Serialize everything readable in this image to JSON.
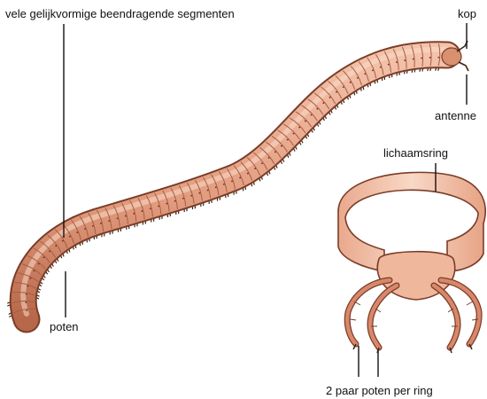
{
  "labels": {
    "segments": "vele gelijkvormige beendragende segmenten",
    "head": "kop",
    "antenna": "antenne",
    "body_ring": "lichaamsring",
    "legs": "poten",
    "leg_pairs": "2 paar poten per ring"
  },
  "colors": {
    "body": "#e6a487",
    "body_dark": "#b96a4d",
    "ring": "#f4c9b2",
    "legs": "#8a4a32",
    "leader": "#111111"
  }
}
